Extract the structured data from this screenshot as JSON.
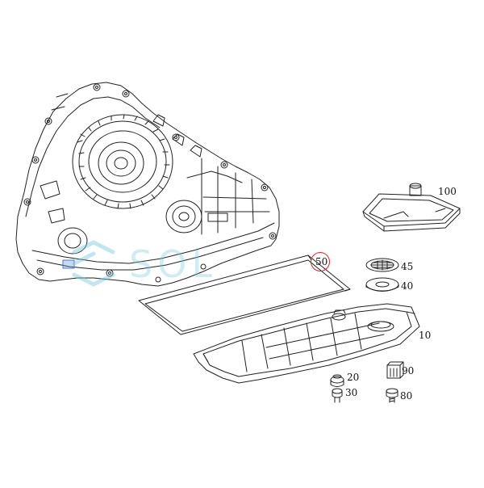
{
  "diagram": {
    "callouts": {
      "c100": "100",
      "c50": "50",
      "c45": "45",
      "c40": "40",
      "c10": "10",
      "c90": "90",
      "c20": "20",
      "c80": "80",
      "c30": "30"
    },
    "highlighted_callout": "50",
    "highlight_color": "#d9262b",
    "line_color": "#222222",
    "watermark": {
      "text": "SOL",
      "color": "#78c8dc",
      "icon": "sol-logo-icon"
    },
    "parts": [
      "transmission-housing",
      "oil-filter-100",
      "pan-gasket-50",
      "filter-screen-45",
      "seal-ring-40",
      "oil-pan-10",
      "magnet-90",
      "drain-plug-20",
      "bolt-80",
      "plug-30"
    ]
  }
}
